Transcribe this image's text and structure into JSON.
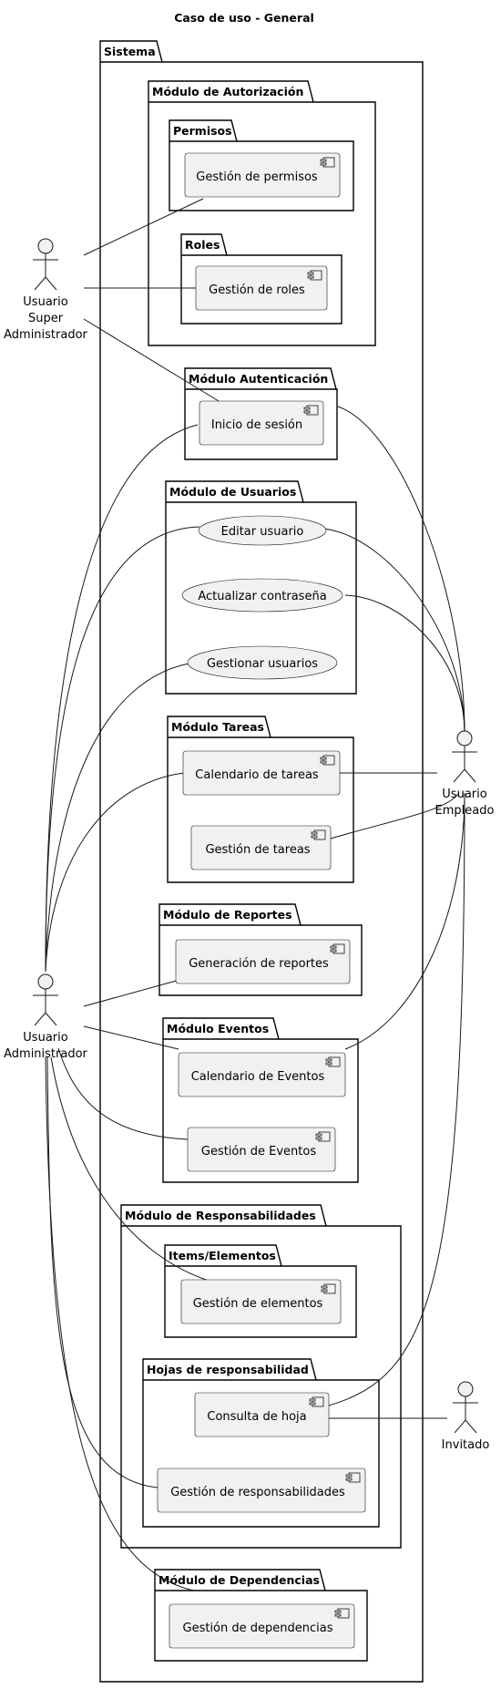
{
  "title": "Caso de uso - General",
  "actors": {
    "super_admin": [
      "Usuario",
      "Super",
      "Administrador"
    ],
    "admin": [
      "Usuario",
      "Administrador"
    ],
    "empleado": [
      "Usuario",
      "Empleado"
    ],
    "invitado": [
      "Invitado"
    ]
  },
  "packages": {
    "sistema": "Sistema",
    "autorizacion": "Módulo de Autorización",
    "permisos": "Permisos",
    "roles": "Roles",
    "autenticacion": "Módulo Autenticación",
    "usuarios": "Módulo de Usuarios",
    "tareas": "Módulo Tareas",
    "reportes": "Módulo de Reportes",
    "eventos": "Módulo Eventos",
    "responsabilidades": "Módulo de Responsabilidades",
    "items": "Items/Elementos",
    "hojas": "Hojas de responsabilidad",
    "dependencias": "Módulo de Dependencias"
  },
  "components": {
    "gestion_permisos": "Gestión de permisos",
    "gestion_roles": "Gestión de roles",
    "inicio_sesion": "Inicio de sesión",
    "calendario_tareas": "Calendario de tareas",
    "gestion_tareas": "Gestión de tareas",
    "generacion_reportes": "Generación de reportes",
    "calendario_eventos": "Calendario de Eventos",
    "gestion_eventos": "Gestión de Eventos",
    "gestion_elementos": "Gestión de elementos",
    "consulta_hoja": "Consulta de hoja",
    "gestion_responsabilidades": "Gestión de responsabilidades",
    "gestion_dependencias": "Gestión de dependencias"
  },
  "usecases": {
    "editar_usuario": "Editar usuario",
    "actualizar_contrasena": "Actualizar contraseña",
    "gestionar_usuarios": "Gestionar usuarios"
  }
}
